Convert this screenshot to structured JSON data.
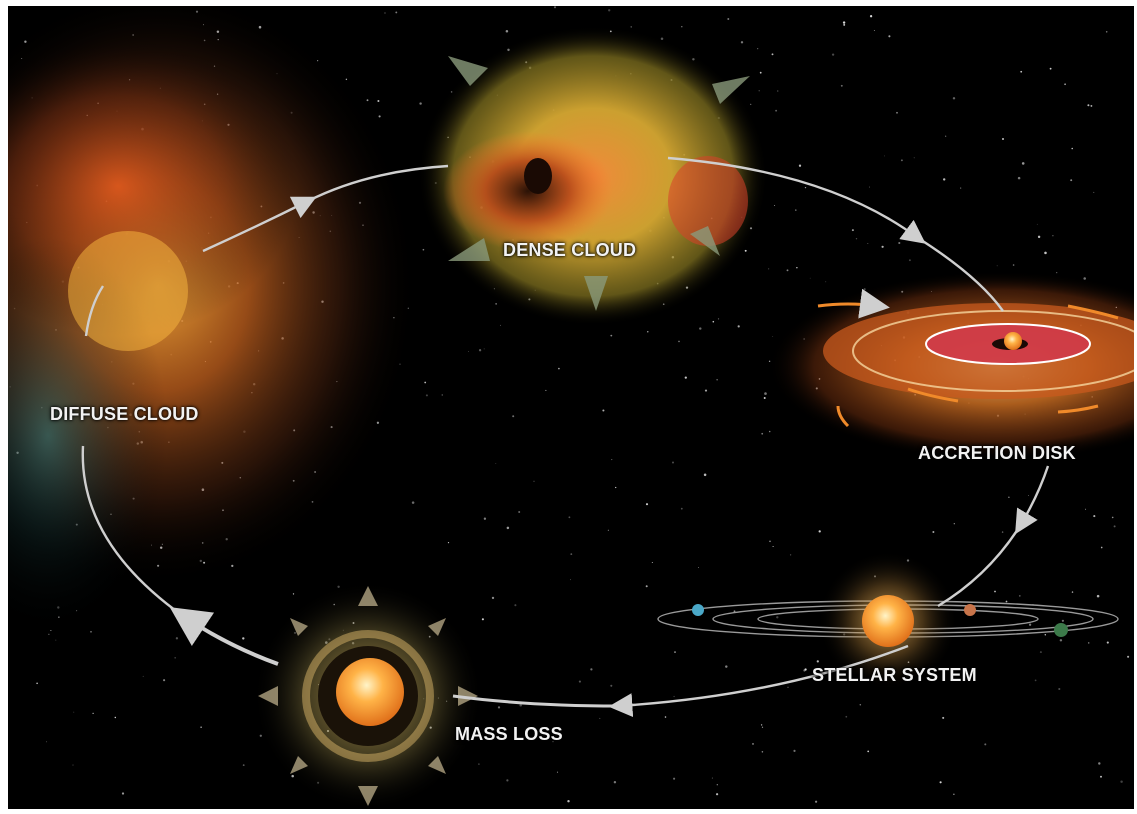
{
  "diagram": {
    "stages": [
      {
        "id": "dense-cloud",
        "label": "DENSE CLOUD"
      },
      {
        "id": "accretion-disk",
        "label": "ACCRETION DISK"
      },
      {
        "id": "stellar-system",
        "label": "STELLAR SYSTEM"
      },
      {
        "id": "mass-loss",
        "label": "MASS LOSS"
      },
      {
        "id": "diffuse-cloud",
        "label": "DIFFUSE CLOUD"
      }
    ],
    "cycle_direction": "clockwise",
    "colors": {
      "background": "#000000",
      "label": "#f2f2f2",
      "cycle_arrow": "#cfcfcf",
      "star": "#ffb347",
      "nebula_orange": "#e8731c",
      "nebula_yellow": "#d9c23a"
    }
  }
}
